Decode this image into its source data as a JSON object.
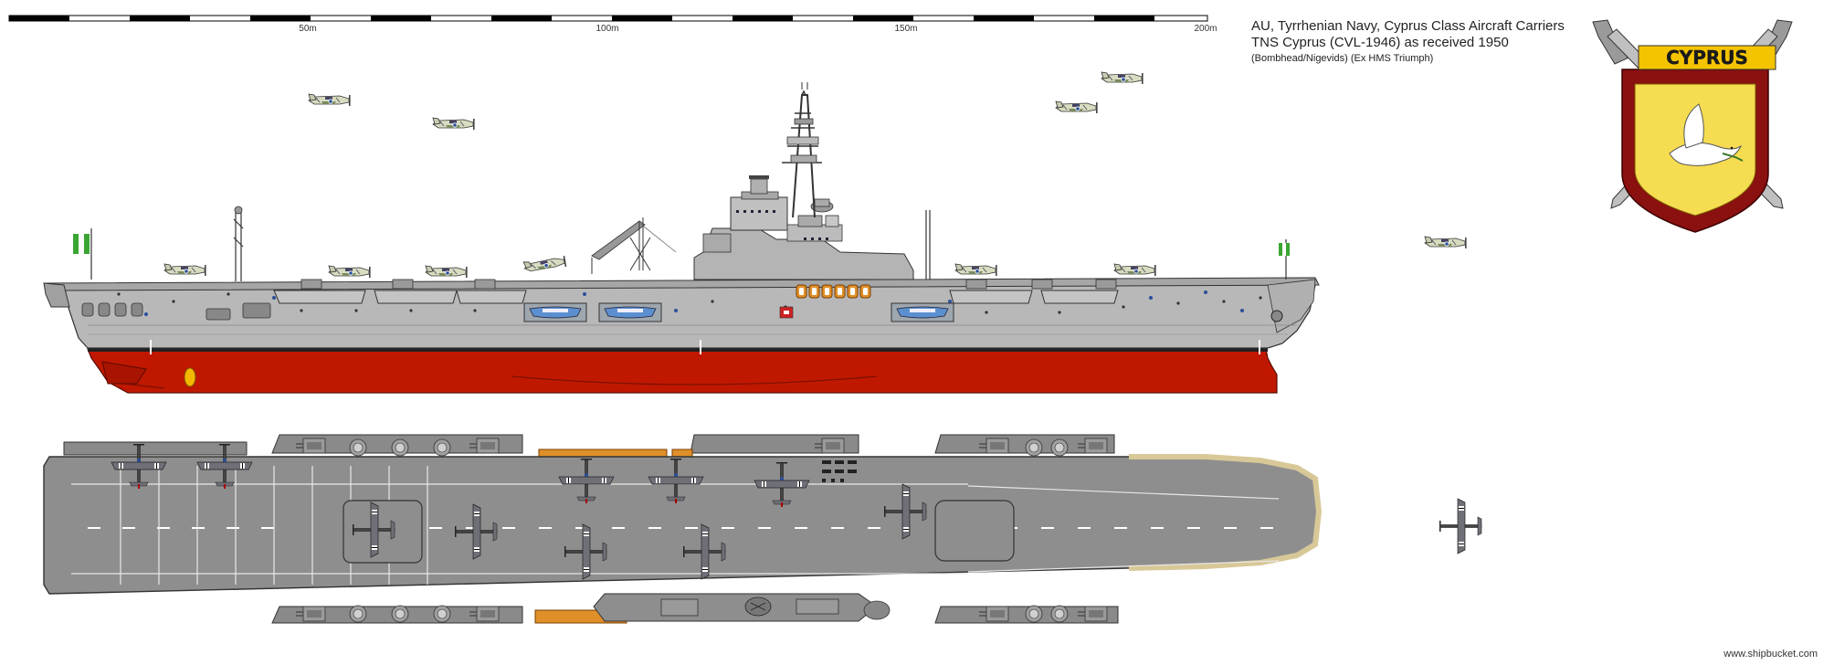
{
  "scale": {
    "ticks": [
      "50m",
      "100m",
      "150m",
      "200m"
    ]
  },
  "title": {
    "line1": "AU, Tyrrhenian Navy, Cyprus Class Aircraft Carriers",
    "line2": "TNS Cyprus (CVL-1946) as received 1950",
    "line3": "(Bombhead/Nigevids)   (Ex HMS Triumph)"
  },
  "crest": {
    "banner": "CYPRUS",
    "colors": {
      "shield_border": "#8b1010",
      "shield_fill": "#f5dc50",
      "banner": "#f5c400"
    }
  },
  "credit": "www.shipbucket.com",
  "colors": {
    "hull_grey": "#b8b8b8",
    "deck_grey": "#8e8e8e",
    "antifouling_red": "#c01800",
    "bootline": "#202020"
  }
}
